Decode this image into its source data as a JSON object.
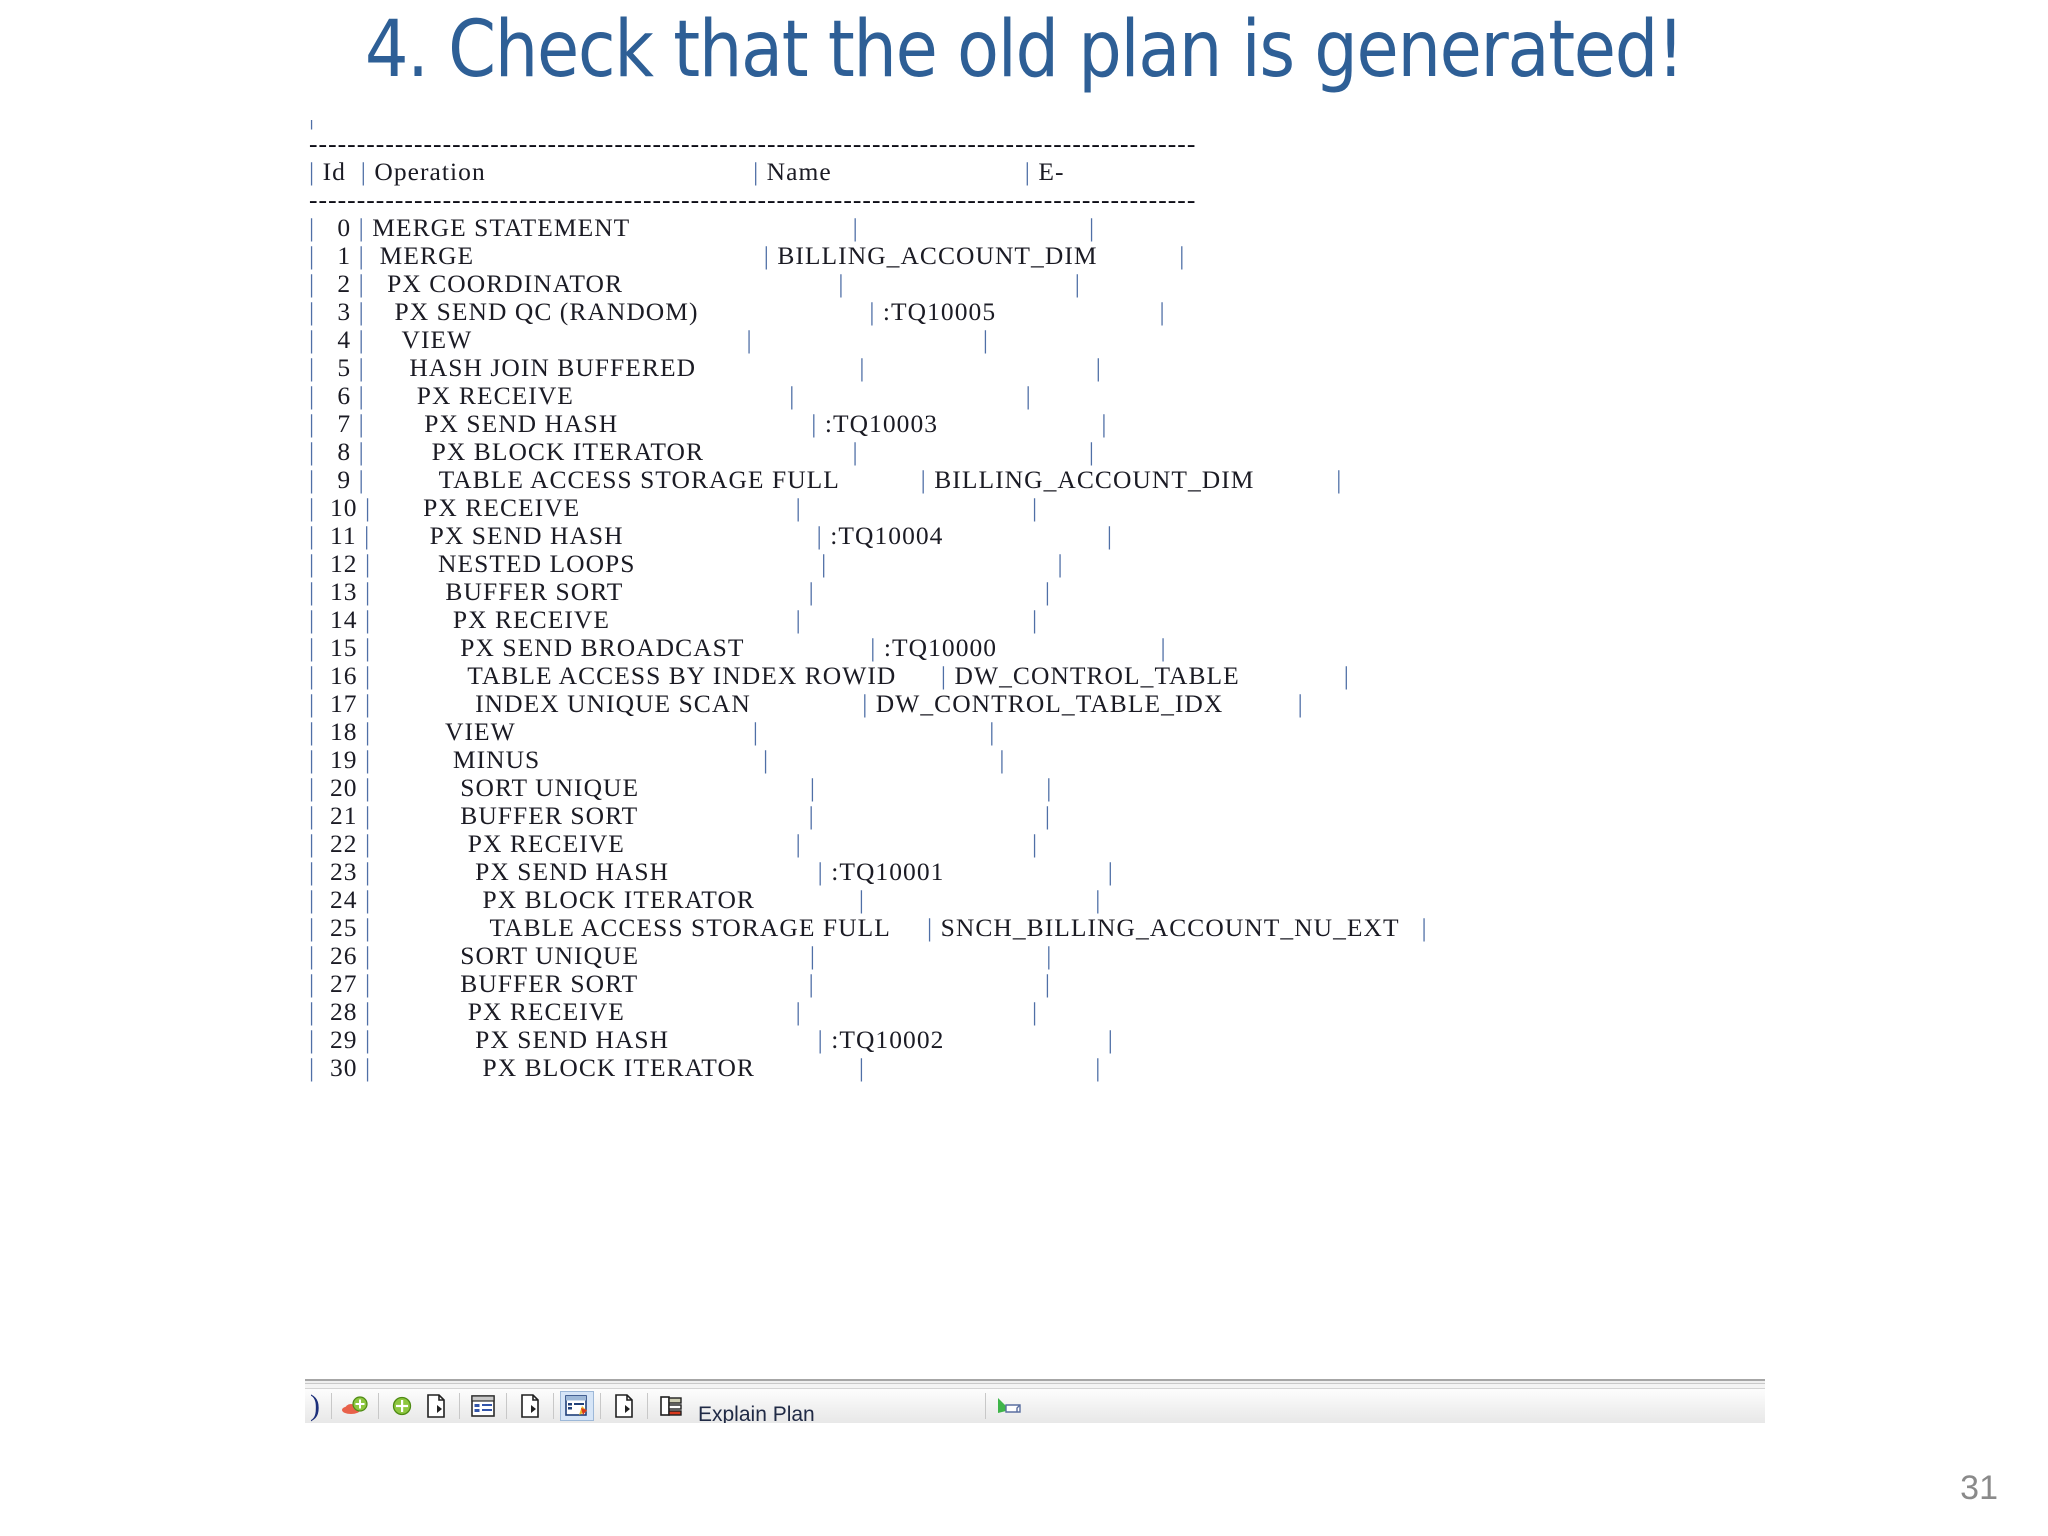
{
  "slide": {
    "title": "4. Check that the old plan is generated!",
    "title_color": "#2E5F96",
    "page_number": "31"
  },
  "plan": {
    "stray_marker": "|",
    "rule": "---------------------------------------------------------------------------------------------",
    "header": {
      "id": "Id",
      "operation": "Operation",
      "name": "Name",
      "extra": "E-"
    },
    "columns": [
      "Id",
      "Operation",
      "Name",
      "E-"
    ],
    "rows": [
      {
        "id": "0",
        "indent": 0,
        "operation": "MERGE STATEMENT",
        "name": ""
      },
      {
        "id": "1",
        "indent": 1,
        "operation": "MERGE",
        "name": "BILLING_ACCOUNT_DIM"
      },
      {
        "id": "2",
        "indent": 2,
        "operation": "PX COORDINATOR",
        "name": ""
      },
      {
        "id": "3",
        "indent": 3,
        "operation": "PX SEND QC (RANDOM)",
        "name": ":TQ10005"
      },
      {
        "id": "4",
        "indent": 4,
        "operation": "VIEW",
        "name": ""
      },
      {
        "id": "5",
        "indent": 5,
        "operation": "HASH JOIN BUFFERED",
        "name": ""
      },
      {
        "id": "6",
        "indent": 6,
        "operation": "PX RECEIVE",
        "name": ""
      },
      {
        "id": "7",
        "indent": 7,
        "operation": "PX SEND HASH",
        "name": ":TQ10003"
      },
      {
        "id": "8",
        "indent": 8,
        "operation": "PX BLOCK ITERATOR",
        "name": ""
      },
      {
        "id": "9",
        "indent": 9,
        "operation": "TABLE ACCESS STORAGE FULL",
        "name": "BILLING_ACCOUNT_DIM"
      },
      {
        "id": "10",
        "indent": 6,
        "operation": "PX RECEIVE",
        "name": ""
      },
      {
        "id": "11",
        "indent": 7,
        "operation": "PX SEND HASH",
        "name": ":TQ10004"
      },
      {
        "id": "12",
        "indent": 8,
        "operation": "NESTED LOOPS",
        "name": ""
      },
      {
        "id": "13",
        "indent": 9,
        "operation": "BUFFER SORT",
        "name": ""
      },
      {
        "id": "14",
        "indent": 10,
        "operation": "PX RECEIVE",
        "name": ""
      },
      {
        "id": "15",
        "indent": 11,
        "operation": "PX SEND BROADCAST",
        "name": ":TQ10000"
      },
      {
        "id": "16",
        "indent": 12,
        "operation": "TABLE ACCESS BY INDEX ROWID",
        "name": "DW_CONTROL_TABLE"
      },
      {
        "id": "17",
        "indent": 13,
        "operation": "INDEX UNIQUE SCAN",
        "name": "DW_CONTROL_TABLE_IDX"
      },
      {
        "id": "18",
        "indent": 9,
        "operation": "VIEW",
        "name": ""
      },
      {
        "id": "19",
        "indent": 10,
        "operation": "MINUS",
        "name": ""
      },
      {
        "id": "20",
        "indent": 11,
        "operation": "SORT UNIQUE",
        "name": ""
      },
      {
        "id": "21",
        "indent": 11,
        "operation": "BUFFER SORT",
        "name": ""
      },
      {
        "id": "22",
        "indent": 12,
        "operation": "PX RECEIVE",
        "name": ""
      },
      {
        "id": "23",
        "indent": 13,
        "operation": "PX SEND HASH",
        "name": ":TQ10001"
      },
      {
        "id": "24",
        "indent": 14,
        "operation": "PX BLOCK ITERATOR",
        "name": ""
      },
      {
        "id": "25",
        "indent": 15,
        "operation": "TABLE ACCESS STORAGE FULL",
        "name": "SNCH_BILLING_ACCOUNT_NU_EXT"
      },
      {
        "id": "26",
        "indent": 11,
        "operation": "SORT UNIQUE",
        "name": ""
      },
      {
        "id": "27",
        "indent": 11,
        "operation": "BUFFER SORT",
        "name": ""
      },
      {
        "id": "28",
        "indent": 12,
        "operation": "PX RECEIVE",
        "name": ""
      },
      {
        "id": "29",
        "indent": 13,
        "operation": "PX SEND HASH",
        "name": ":TQ10002"
      },
      {
        "id": "30",
        "indent": 14,
        "operation": "PX BLOCK ITERATOR",
        "name": ""
      }
    ]
  },
  "toolbar": {
    "paren_glyph": ")",
    "explain_plan_label": "Explain Plan",
    "buttons": [
      {
        "name": "add-rollback-icon",
        "label": "Add Rollback"
      },
      {
        "name": "add-plus-icon",
        "label": "Add"
      },
      {
        "name": "execute-statement-icon",
        "label": "Execute Statement"
      },
      {
        "name": "script-output-icon",
        "label": "Script Output"
      },
      {
        "name": "run-script-icon",
        "label": "Run Script"
      },
      {
        "name": "explain-plan-icon",
        "label": "Explain Plan"
      },
      {
        "name": "commit-icon",
        "label": "Commit"
      },
      {
        "name": "autotrace-icon",
        "label": "Autotrace"
      },
      {
        "name": "run-query-icon",
        "label": "Run Query"
      }
    ]
  }
}
